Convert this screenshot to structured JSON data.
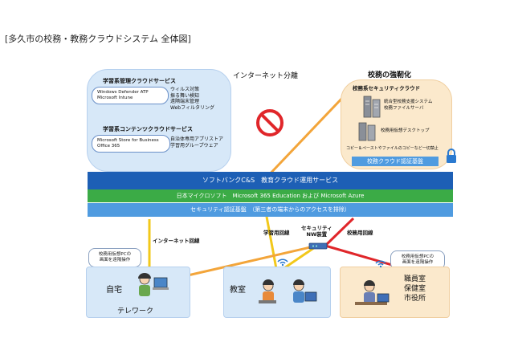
{
  "caption": "[多久市の校務・教務クラウドシステム 全体図]",
  "separation": "インターネット分離",
  "strengthen": "校務の強靭化",
  "learning_mgmt": {
    "title": "学習系管理クラウドサービス",
    "products": "Windows Defender ATP\nMicrosoft Intune",
    "features": "ウィルス対策\n振る舞い検知\n遠隔端末管理\nWebフィルタリング"
  },
  "learning_content": {
    "title": "学習系コンテンツクラウドサービス",
    "products": "Microsoft Store for Business\nOffice 365",
    "features": "自治体専用アプリストア\n学習用グループウェア"
  },
  "admin_cloud": {
    "title": "校務系セキュリティクラウド",
    "system": "統合型校務支援システム\n校務ファイルサーバ",
    "desktop": "校務用仮想デスクトップ",
    "note": "コピー＆ペーストやファイルのコピーなど一切禁止",
    "auth": "校務クラウド認証基盤"
  },
  "bands": {
    "operation": "ソフトバンクC&S　教育クラウド運用サービス",
    "microsoft": "日本マイクロソフト　Microsoft 365 Education および Microsoft Azure",
    "security": "セキュリティ認証基盤　（第三者の端末からのアクセスを排除）"
  },
  "lines": {
    "internet": "インターネット回線",
    "learning": "学習用回線",
    "security_nw": "セキュリティ\nNW装置",
    "admin": "校務用回線"
  },
  "callouts": {
    "left": "校務用仮想PCの\n画面を遠隔操作",
    "right": "校務用仮想PCの\n画面を遠隔操作"
  },
  "places": {
    "home": "自宅",
    "telework": "テレワーク",
    "classroom": "教室",
    "staff": "職員室\n保健室\n市役所"
  },
  "colors": {
    "blue_band": "#1d5fb5",
    "green_band": "#3bab46",
    "sky_band": "#4f9be0",
    "orange_line": "#f3a53a",
    "yellow_line": "#f2c81b",
    "red_line": "#e0262a",
    "cloud_blue": "#d7e8f8",
    "cloud_orange": "#fbe9cc"
  },
  "icons": [
    "no-entry-icon",
    "lock-icon",
    "server-icon",
    "laptop-icon",
    "wifi-icon",
    "router-icon",
    "person-icon"
  ]
}
